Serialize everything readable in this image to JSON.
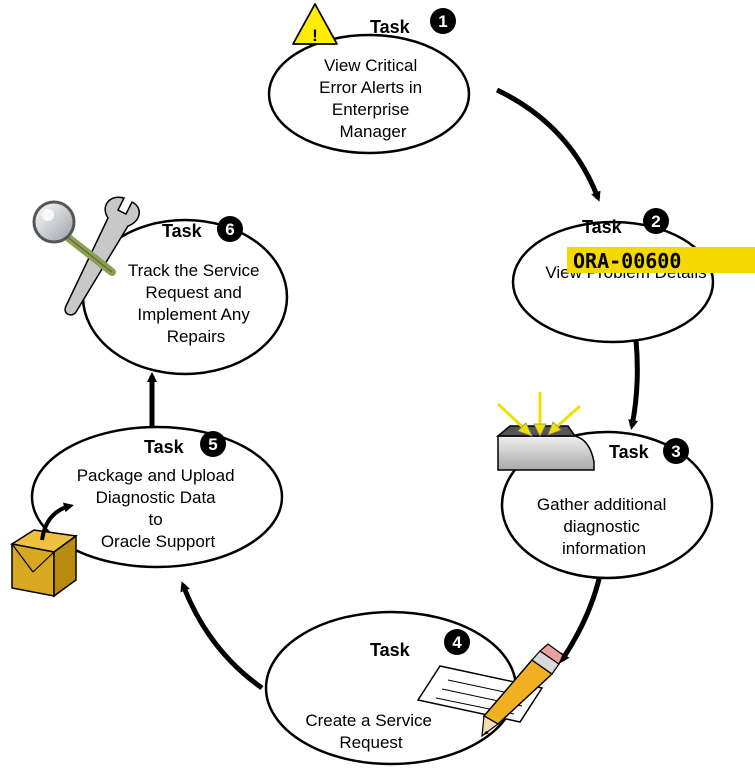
{
  "task_word": "Task",
  "tasks": [
    {
      "number": "1",
      "lines": [
        "View Critical",
        "Error Alerts in",
        "Enterprise",
        "Manager"
      ]
    },
    {
      "number": "2",
      "lines": [
        "View Problem Details"
      ]
    },
    {
      "number": "3",
      "lines": [
        "Gather additional",
        "diagnostic",
        "information"
      ]
    },
    {
      "number": "4",
      "lines": [
        "Create a Service",
        "Request"
      ]
    },
    {
      "number": "5",
      "lines": [
        "Package and Upload",
        "Diagnostic Data",
        "to",
        "Oracle Support"
      ]
    },
    {
      "number": "6",
      "lines": [
        "Track the Service",
        "Request and",
        "Implement Any",
        "Repairs"
      ]
    }
  ],
  "error_code": "ORA-00600",
  "warning_symbol": "!",
  "icons": {
    "task1": "warning-icon",
    "task2": "error-code-icon",
    "task3": "spotlight-tray-icon",
    "task4": "pencil-paper-icon",
    "task5": "package-box-icon",
    "task6": "magnifier-wrench-icon"
  },
  "colors": {
    "warning_fill": "#ffee00",
    "error_code_bg": "#f4d800",
    "arrow": "#000000",
    "badge": "#000000",
    "box_fill": "#d8a820"
  }
}
